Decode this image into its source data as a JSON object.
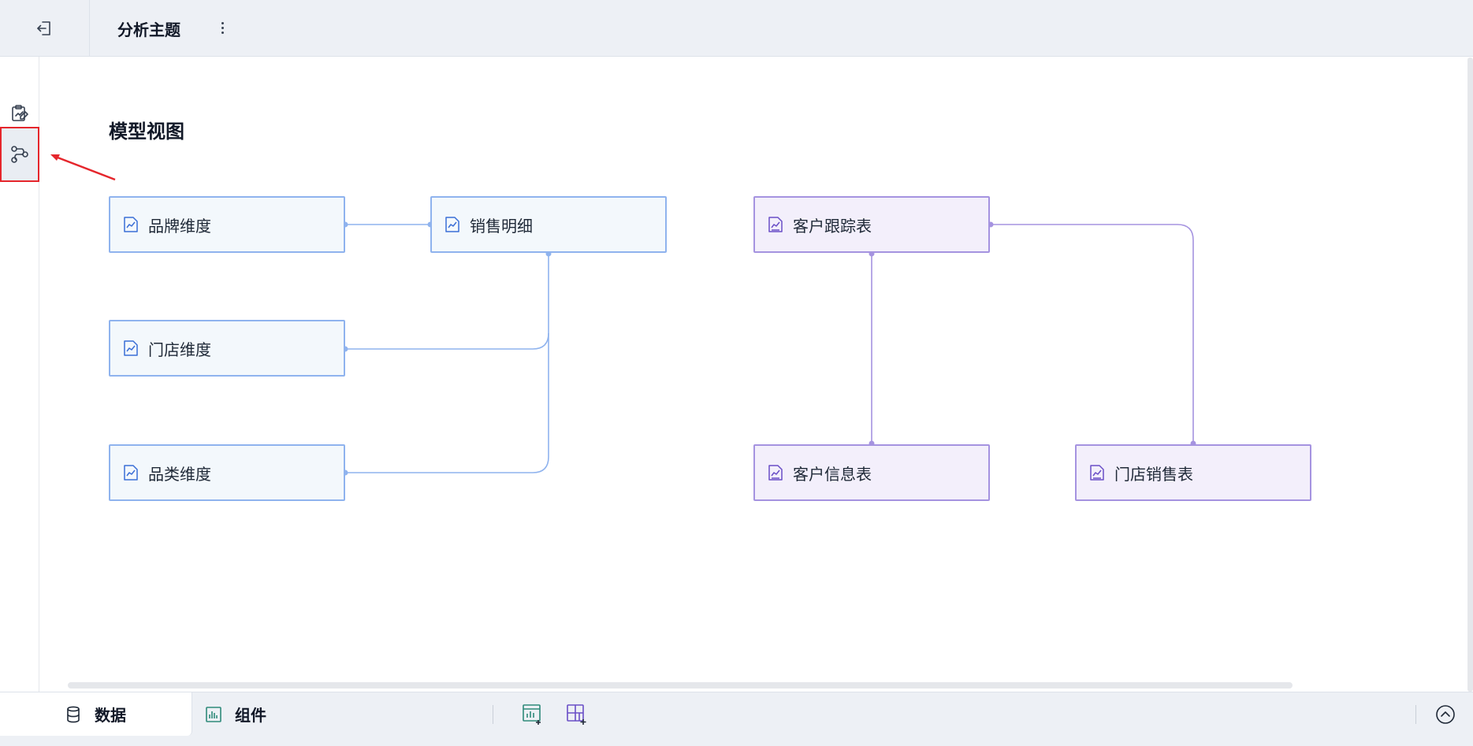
{
  "header": {
    "title": "分析主题"
  },
  "canvas": {
    "title": "模型视图",
    "nodes": {
      "brand": "品牌维度",
      "sales_detail": "销售明细",
      "store": "门店维度",
      "category": "品类维度",
      "customer_tracking": "客户跟踪表",
      "customer_info": "客户信息表",
      "store_sales": "门店销售表"
    }
  },
  "bottom": {
    "tabs": {
      "data": "数据",
      "components": "组件"
    }
  },
  "colors": {
    "blue_node_fill": "#f3f8fc",
    "blue_node_border": "#8fb3ee",
    "purple_node_fill": "#f3effb",
    "purple_node_border": "#a593e0",
    "annotation_red": "#e5262c"
  }
}
